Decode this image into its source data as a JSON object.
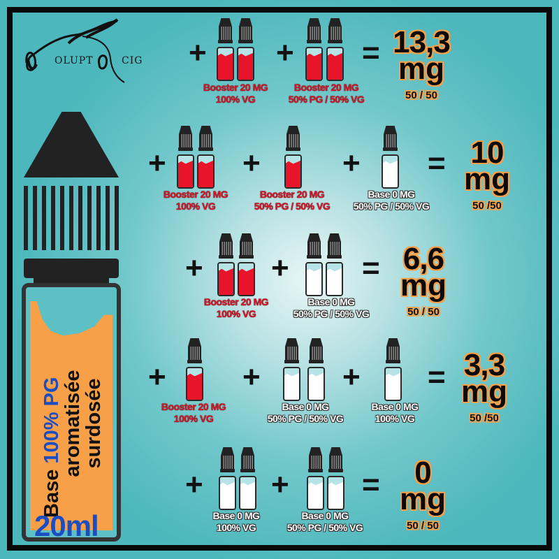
{
  "logo": {
    "initial": "V",
    "word_left": "OLUPT",
    "word_right": "CIG"
  },
  "big_bottle": {
    "line1_prefix": "Base ",
    "line1_highlight": "100% PG",
    "line2": "aromatisée",
    "line3": "surdosée",
    "volume": "20ml"
  },
  "colors": {
    "background": "#4cb8bd",
    "booster_liquid": "#e8142a",
    "base_liquid": "#ffffff",
    "result_outline": "#f4a14a",
    "big_bottle_liquid": "#f7a048",
    "highlight_blue": "#1c4ec2"
  },
  "rows": [
    {
      "items": [
        {
          "type": "booster",
          "count": 2,
          "name": "Booster 20 MG",
          "ratio": "100% VG"
        },
        {
          "type": "booster",
          "count": 2,
          "name": "Booster 20 MG",
          "ratio": "50% PG / 50% VG"
        }
      ],
      "result": {
        "value": "13,3",
        "unit": "mg",
        "ratio": "50 / 50"
      }
    },
    {
      "items": [
        {
          "type": "booster",
          "count": 2,
          "name": "Booster 20 MG",
          "ratio": "100% VG"
        },
        {
          "type": "booster",
          "count": 1,
          "name": "Booster 20 MG",
          "ratio": "50% PG / 50% VG"
        },
        {
          "type": "base",
          "count": 1,
          "name": "Base 0 MG",
          "ratio": "50% PG / 50% VG"
        }
      ],
      "result": {
        "value": "10",
        "unit": "mg",
        "ratio": "50 /50"
      }
    },
    {
      "items": [
        {
          "type": "booster",
          "count": 2,
          "name": "Booster 20 MG",
          "ratio": "100% VG"
        },
        {
          "type": "base",
          "count": 2,
          "name": "Base 0 MG",
          "ratio": "50% PG / 50% VG"
        }
      ],
      "result": {
        "value": "6,6",
        "unit": "mg",
        "ratio": "50 / 50"
      }
    },
    {
      "items": [
        {
          "type": "booster",
          "count": 1,
          "name": "Booster 20 MG",
          "ratio": "100% VG"
        },
        {
          "type": "base",
          "count": 2,
          "name": "Base 0 MG",
          "ratio": "50% PG / 50% VG"
        },
        {
          "type": "base",
          "count": 1,
          "name": "Base 0 MG",
          "ratio": "100% VG"
        }
      ],
      "result": {
        "value": "3,3",
        "unit": "mg",
        "ratio": "50 /50"
      }
    },
    {
      "items": [
        {
          "type": "base",
          "count": 2,
          "name": "Base 0 MG",
          "ratio": "100% VG"
        },
        {
          "type": "base",
          "count": 2,
          "name": "Base 0 MG",
          "ratio": "50% PG / 50% VG"
        }
      ],
      "result": {
        "value": "0",
        "unit": "mg",
        "ratio": "50 / 50"
      }
    }
  ],
  "symbols": {
    "plus": "+",
    "equals": "="
  }
}
